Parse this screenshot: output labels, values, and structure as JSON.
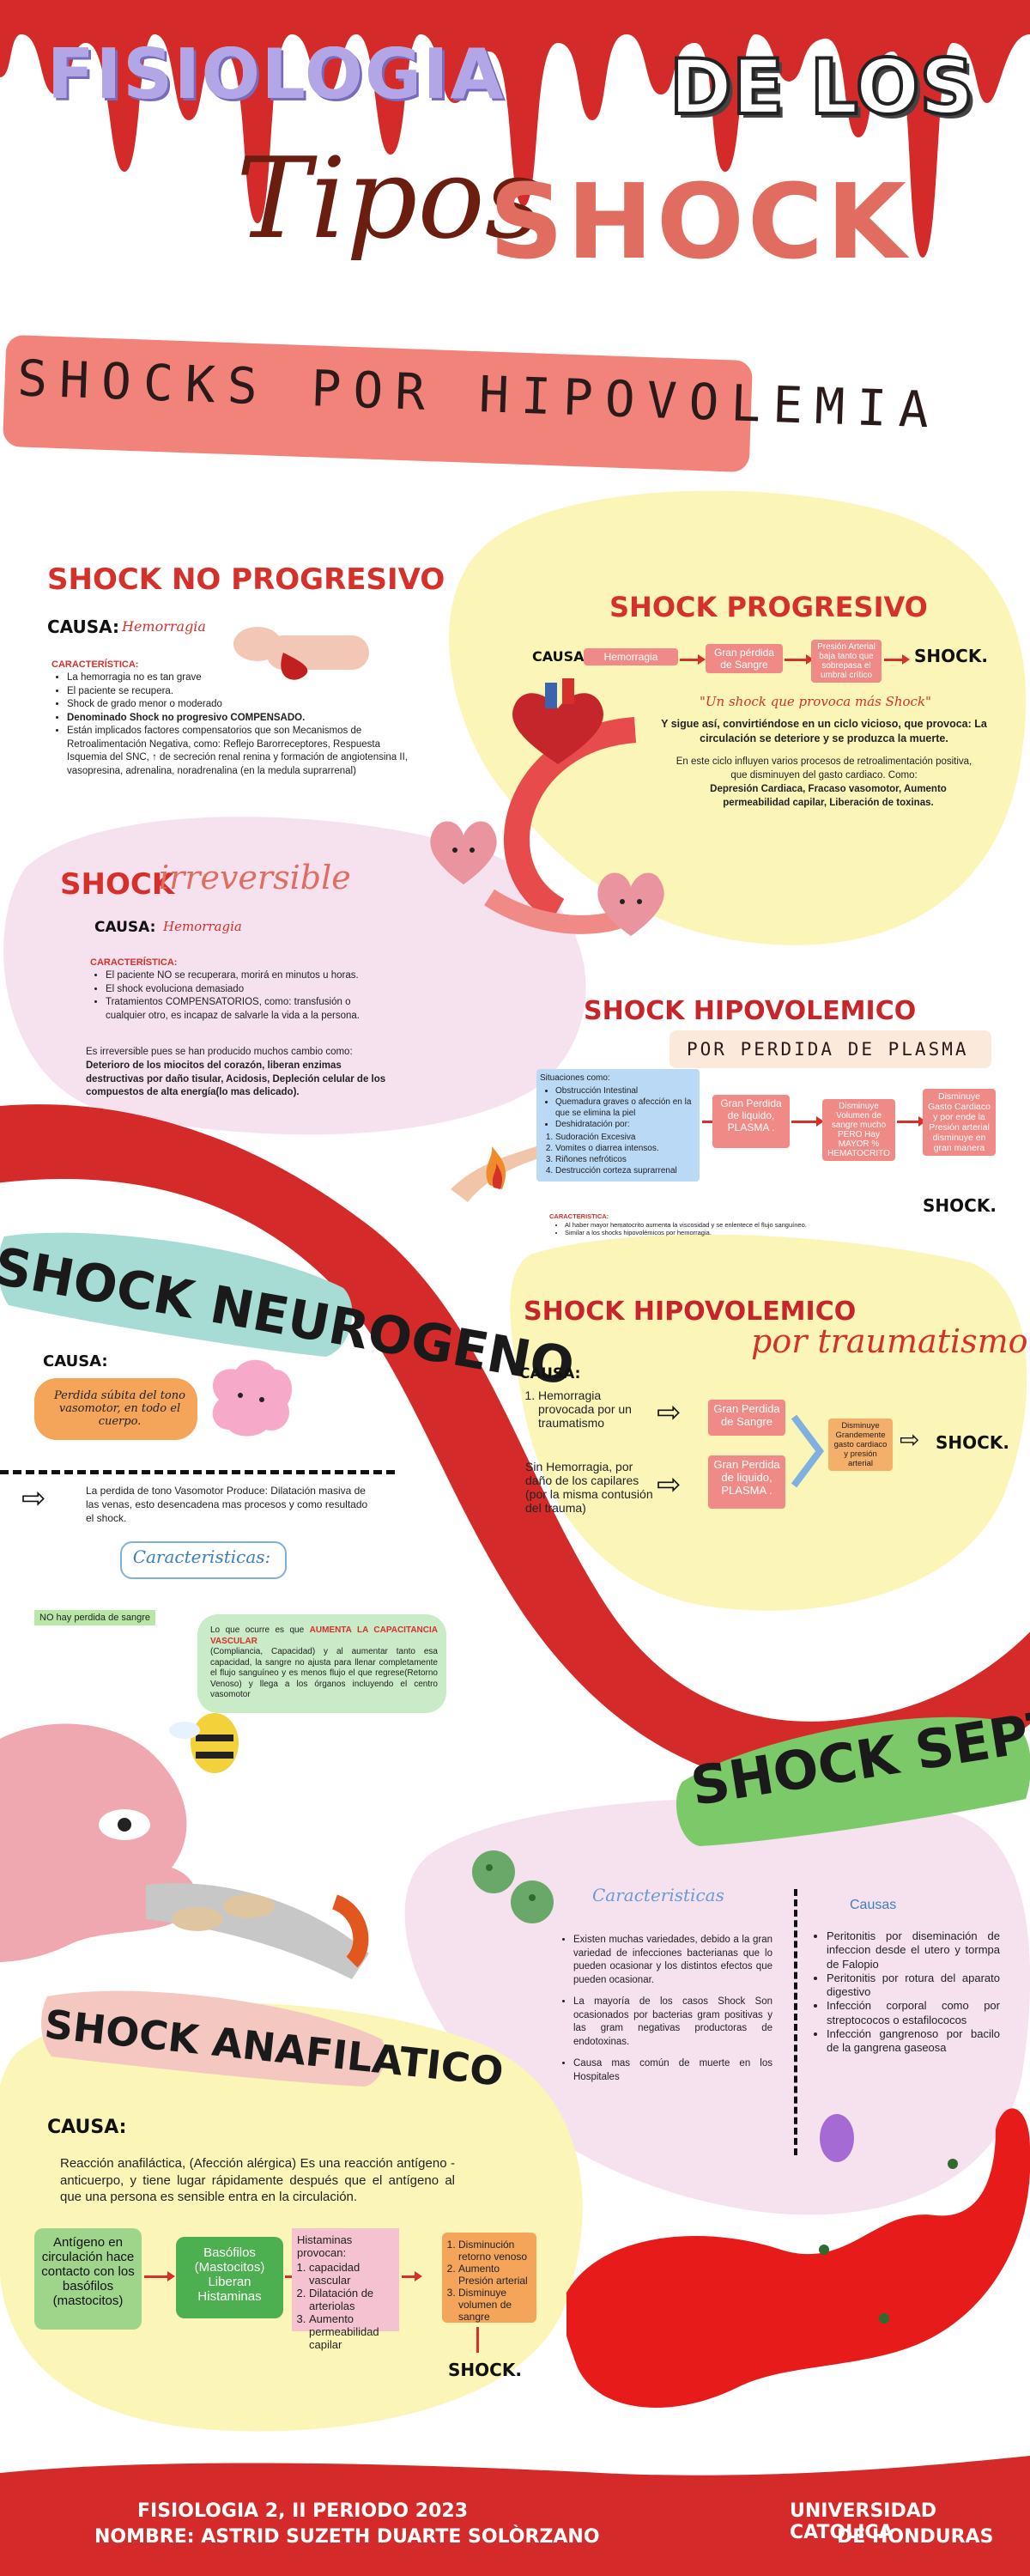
{
  "header": {
    "title_line1": "FISIOLOGIA",
    "title_delos": "DE LOS",
    "title_tipos": "Tipos",
    "title_shock": "SHOCK"
  },
  "banner": {
    "text": "SHOCKS POR HIPOVOLEMIA"
  },
  "no_progresivo": {
    "title": "SHOCK NO PROGRESIVO",
    "causa_label": "CAUSA:",
    "causa_value": "Hemorragia",
    "car_label": "CARACTERÍSTICA:",
    "items": [
      "La hemorragia no es tan grave",
      "El paciente se recupera.",
      "Shock de grado menor o moderado",
      "Denominado Shock no progresivo COMPENSADO.",
      "Están implicados factores compensatorios que son Mecanismos de Retroalimentación Negativa, como: Reflejo Barorreceptores, Respuesta Isquemia del SNC, ↑ de secreción renal renina y formación de angiotensina II, vasopresina, adrenalina, noradrenalina (en la medula suprarrenal)"
    ]
  },
  "progresivo": {
    "title": "SHOCK PROGRESIVO",
    "causa_label": "CAUSA:",
    "flow": [
      "Hemorragia",
      "Gran pérdida de Sangre",
      "Presión Arterial baja tanto que sobrepasa el umbral crítico"
    ],
    "shock": "SHOCK.",
    "quote": "\"Un shock que provoca más Shock\"",
    "p1": "Y sigue así, convirtiéndose en un ciclo vicioso, que provoca: La circulación se deteriore y se produzca la muerte.",
    "p2": "En este ciclo influyen varios procesos de retroalimentación positiva, que disminuyen del gasto cardiaco. Como:",
    "p3": "Depresión Cardiaca, Fracaso vasomotor, Aumento permeabilidad capilar, Liberación de toxinas."
  },
  "irreversible": {
    "title_a": "SHOCK",
    "title_b": "irreversible",
    "causa_label": "CAUSA:",
    "causa_value": "Hemorragia",
    "car_label": "CARACTERÍSTICA:",
    "items": [
      "El paciente NO se recuperara, morirá en minutos u horas.",
      "El shock evoluciona demasiado",
      "Tratamientos COMPENSATORIOS, como: transfusión o cualquier otro, es incapaz de salvarle la vida a la persona."
    ],
    "p1": "Es irreversible pues se han producido muchos cambio como:",
    "p2": "Deterioro de los miocitos del corazón, liberan enzimas destructivas por daño tisular, Acidosis, Depleción celular de los compuestos de alta energía(lo mas delicado)."
  },
  "hipo_plasma": {
    "title": "SHOCK HIPOVOLEMICO",
    "subtitle": "POR PERDIDA DE PLASMA",
    "situaciones_label": "Situaciones como:",
    "situaciones": [
      "Obstrucción Intestinal",
      "Quemadura graves o afección en la que se elimina la piel",
      "Deshidratación por:"
    ],
    "deshid": [
      "Sudoración Excesiva",
      "Vomites o diarrea intensos.",
      "Riñones nefróticos",
      "Destrucción corteza suprarrenal"
    ],
    "flow": [
      "Gran Perdida de liquido, PLASMA .",
      "Disminuye Volumen de sangre mucho PERO Hay MAYOR % HEMATOCRITO",
      "Disminuye Gasto Cardiaco y por ende la Presión arterial disminuye en gran manera"
    ],
    "shock": "SHOCK.",
    "car_label": "CARACTERISTICA:",
    "car_items": [
      "Al haber mayor hematocrito aumenta la viscosidad y se enlentece el flujo sanguíneo.",
      "Similar a los shocks hipovolémicos por hemorragia."
    ]
  },
  "neurogeno": {
    "title": "SHOCK NEUROGENO",
    "causa_label": "CAUSA:",
    "causa_value": "Perdida súbita del tono vasomotor, en todo el cuerpo.",
    "produce": "La perdida de tono Vasomotor Produce: Dilatación masiva de las venas, esto desencadena mas procesos y como resultado el shock.",
    "car_title": "Caracteristicas:",
    "car_left": "NO hay perdida de sangre",
    "car_right_a": "Lo que ocurre es que ",
    "car_right_b": "AUMENTA LA CAPACITANCIA VASCULAR",
    "car_right_c": "(Compliancia, Capacidad) y al aumentar tanto esa capacidad, la sangre no ajusta para llenar completamente el flujo sanguíneo y es menos flujo el que regrese(Retorno Venoso) y llega a los órganos incluyendo el centro vasomotor"
  },
  "hipo_trauma": {
    "title_a": "SHOCK HIPOVOLEMICO",
    "title_b": "por traumatismo",
    "causa_label": "CAUSA:",
    "c1": "Hemorragia provocada por un traumatismo",
    "c2": "Sin Hemorragia, por daño de los capilares (por la misma contusión del trauma)",
    "p1": "Gran Perdida de Sangre",
    "p2": "Gran Perdida de liquido, PLASMA .",
    "p3": "Disminuye Grandemente gasto cardiaco y presión arterial",
    "shock": "SHOCK."
  },
  "septico": {
    "title": "SHOCK SEPTICO",
    "car_title": "Caracteristicas",
    "car_items": [
      "Existen muchas variedades, debido a la gran variedad de infecciones bacterianas que lo pueden ocasionar y los distintos efectos que pueden ocasionar.",
      "La mayoría de los casos Shock Son ocasionados por bacterias gram positivas y las gram negativas productoras de endotoxinas.",
      "Causa mas común de muerte en los Hospitales"
    ],
    "causas_title": "Causas",
    "causas_items": [
      "Peritonitis por diseminación de infeccion desde el utero y tormpa de Falopio",
      "Peritonitis por rotura del aparato digestivo",
      "Infección corporal como por streptococos o estafilococos",
      "Infección gangrenoso por bacilo de la gangrena gaseosa"
    ]
  },
  "anafilactico": {
    "title": "SHOCK ANAFILATICO",
    "causa_label": "CAUSA:",
    "causa_text": "Reacción anafiláctica, (Afección alérgica) Es una reacción antígeno - anticuerpo, y tiene lugar rápidamente después que el antígeno al que una persona es sensible entra en la circulación.",
    "b1": "Antígeno en circulación hace contacto con los basófilos (mastocitos)",
    "b2": "Basófilos (Mastocitos) Liberan Histaminas",
    "b3_title": "Histaminas provocan:",
    "b3_items": [
      "capacidad vascular",
      "Dilatación de arteriolas",
      "Aumento permeabilidad capilar"
    ],
    "b4_items": [
      "Disminución retorno venoso",
      "Aumento Presión arterial",
      "Disminuye volumen de sangre"
    ],
    "shock": "SHOCK."
  },
  "footer": {
    "l1": "FISIOLOGIA 2, II PERIODO 2023",
    "l2": "NOMBRE: ASTRID SUZETH DUARTE SOLÒRZANO",
    "r1": "UNIVERSIDAD CATOLICA",
    "r2": "DE HONDURAS"
  },
  "colors": {
    "red": "#d6302b",
    "salmon": "#f08a86",
    "yellow": "#fbf6b8",
    "pink": "#f6e1ee",
    "mint": "#a6dcd3",
    "green": "#7cc96a"
  }
}
